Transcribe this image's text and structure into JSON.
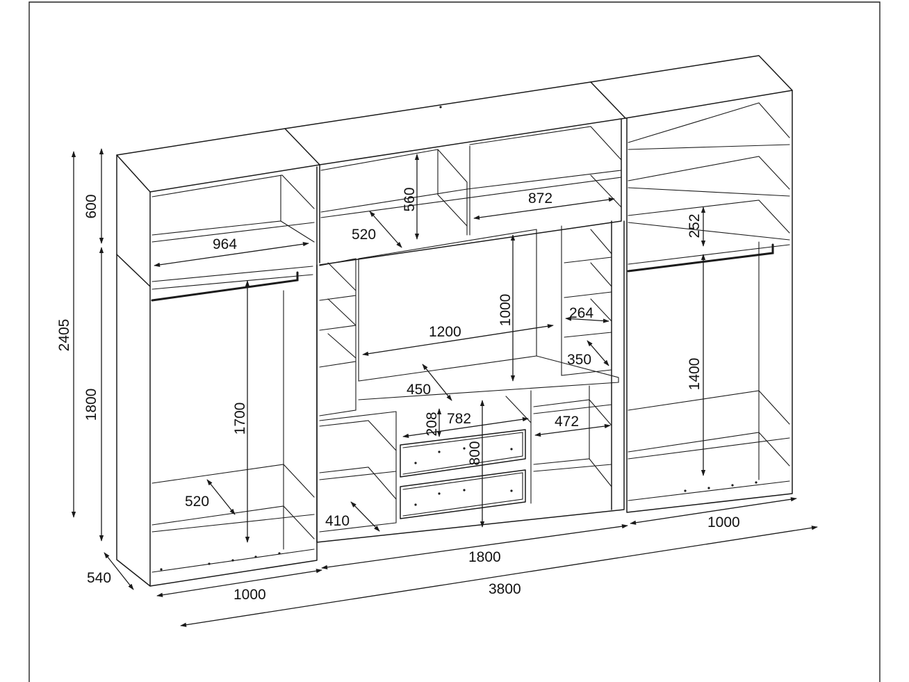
{
  "colors": {
    "line": "#1a1a1a",
    "background": "#ffffff"
  },
  "dimensions": {
    "overall_height": "2405",
    "upper_height": "600",
    "lower_height": "1800",
    "depth": "540",
    "left_width": "1000",
    "middle_width": "1800",
    "right_width": "1000",
    "total_width": "3800",
    "left_shelf_width": "964",
    "left_rod_height": "1700",
    "left_shelf_depth": "520",
    "top_mid_height": "560",
    "top_mid_depth": "520",
    "top_right_width": "872",
    "right_rod_gap": "252",
    "right_rod_height": "1400",
    "tv_niche_width": "1200",
    "tv_niche_height": "1000",
    "shelf_264": "264",
    "shelf_350": "350",
    "tv_shelf_depth": "450",
    "drawer_height": "208",
    "drawer_width": "782",
    "drawer_block_height": "800",
    "right_shelf_width": "472",
    "bottom_shelf_depth": "410"
  }
}
